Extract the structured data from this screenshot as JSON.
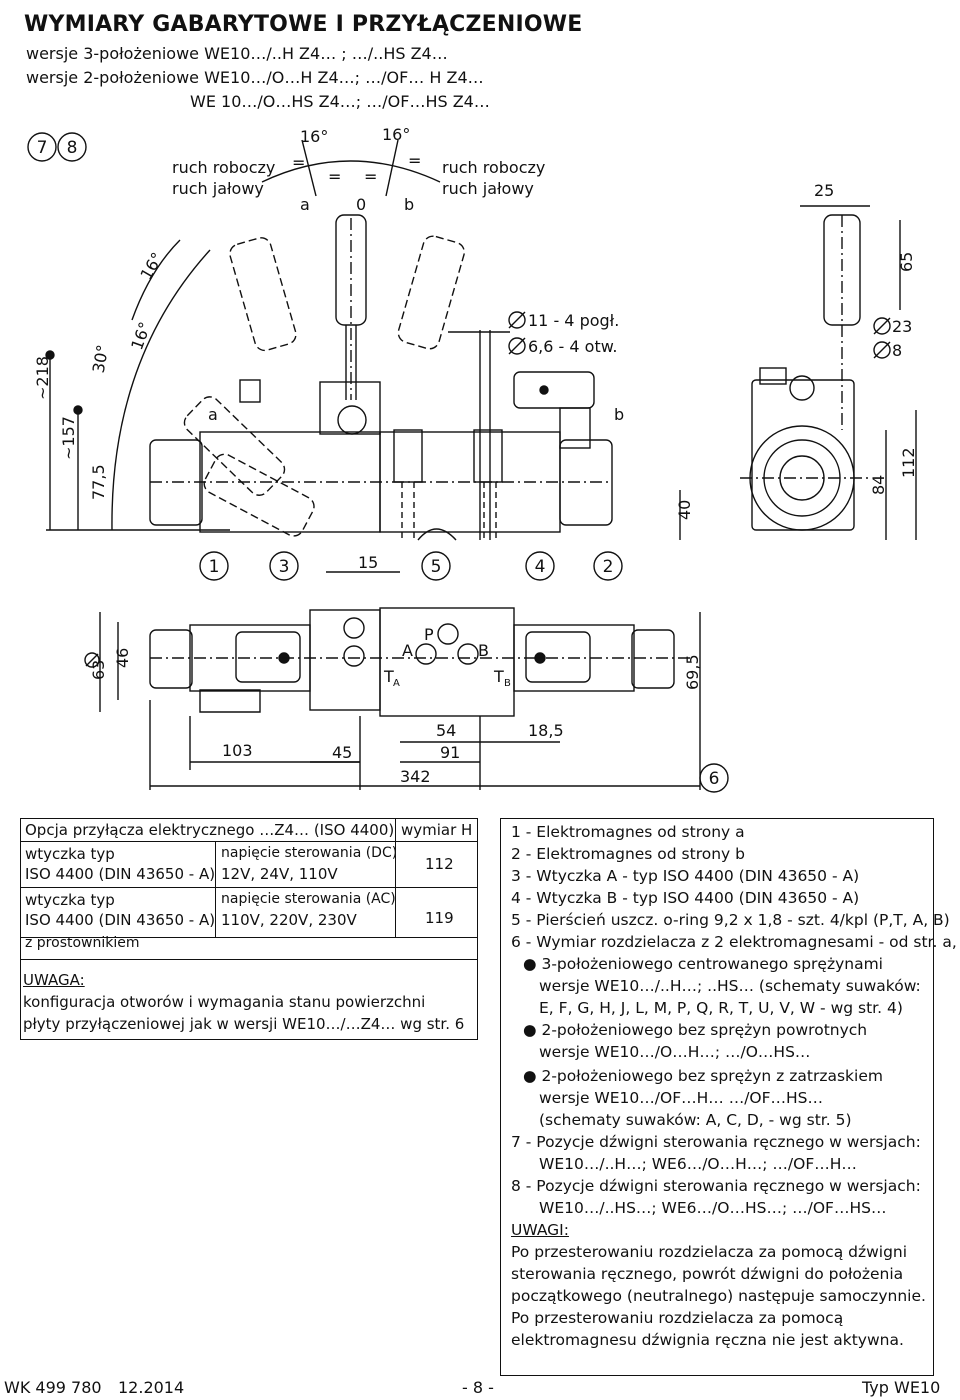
{
  "header": {
    "title": "WYMIARY GABARYTOWE I PRZYŁĄCZENIOWE",
    "line1": "wersje 3-położeniowe WE10…/..H Z4… ; …/..HS Z4…",
    "line2": "wersje 2-położeniowe WE10…/O…H Z4…; …/OF… H Z4…",
    "line3": "WE 10…/O…HS Z4…; …/OF…HS Z4…"
  },
  "drawing": {
    "callouts": {
      "c7": "7",
      "c8": "8",
      "c1": "1",
      "c3": "3",
      "c5": "5",
      "c4": "4",
      "c2": "2",
      "c6": "6"
    },
    "labels": {
      "ruch_roboczy_l": "ruch roboczy",
      "ruch_jalowy_l": "ruch jałowy",
      "ruch_roboczy_r": "ruch roboczy",
      "ruch_jalowy_r": "ruch jałowy",
      "pos_a": "a",
      "pos_0": "0",
      "pos_b": "b",
      "angle_16_top_l": "16°",
      "angle_16_top_r": "16°",
      "angle_16_side": "16°",
      "angle_16_side2": "16°",
      "angle_30": "30°",
      "eq": "=",
      "sol_a": "a",
      "sol_b": "b",
      "holes_1": "11 - 4 pogł.",
      "holes_2": "6,6 - 4 otw.",
      "dia23": "23",
      "dia8": "8",
      "port_P": "P",
      "port_A": "A",
      "port_B": "B",
      "port_TA": "T",
      "port_TA_sub": "A",
      "port_TB": "T",
      "port_TB_sub": "B"
    },
    "dims": {
      "d218": "~218",
      "d157": "~157",
      "d775": "77,5",
      "d25": "25",
      "d65": "65",
      "d84": "84",
      "d112": "112",
      "d40": "40",
      "d15": "15",
      "d63": "63",
      "d46": "46",
      "d695": "69,5",
      "d103": "103",
      "d45": "45",
      "d54": "54",
      "d91": "91",
      "d185": "18,5",
      "d342": "342"
    }
  },
  "option_table": {
    "header_left": "Opcja przyłącza elektrycznego …Z4… (ISO 4400)",
    "header_right": "wymiar H",
    "r1_plug": "wtyczka  typ",
    "r1_iso": "ISO 4400 (DIN 43650 - A)",
    "r1_volt_h": "napięcie sterowania (DC)",
    "r1_volt": "12V, 24V, 110V",
    "r1_h": "112",
    "r2_plug": "wtyczka  typ",
    "r2_iso": "ISO 4400 (DIN 43650 - A)",
    "r2_rect": "z prostownikiem",
    "r2_volt_h": "napięcie sterowania (AC)",
    "r2_volt": "110V, 220V, 230V",
    "r2_h": "119",
    "note_title": "UWAGA:",
    "note_1": "konfiguracja otworów i wymagania stanu powierzchni",
    "note_2": "płyty przyłączeniowej jak w wersji WE10…/…Z4… wg str. 6"
  },
  "legend": [
    "1 - Elektromagnes od strony a",
    "2 - Elektromagnes od strony b",
    "3 - Wtyczka A - typ ISO 4400 (DIN 43650 - A)",
    "4 - Wtyczka B - typ ISO 4400 (DIN 43650 - A)",
    "5 - Pierścień uszcz. o-ring 9,2 x 1,8 - szt. 4/kpl (P,T, A, B)",
    "6 - Wymiar rozdzielacza z 2 elektromagnesami - od str. a, b",
    "3-położeniowego centrowanego sprężynami",
    "wersje WE10…/..H…; ..HS… (schematy suwaków:",
    "E, F, G, H, J, L, M, P, Q, R, T, U, V, W - wg str. 4)",
    "2-położeniowego bez sprężyn powrotnych",
    "wersje WE10…/O…H…; …/O…HS…",
    "2-położeniowego bez sprężyn z zatrzaskiem",
    "wersje WE10…/OF…H… …/OF…HS…",
    "(schematy suwaków: A, C, D, - wg  str. 5)",
    "7 - Pozycje dźwigni sterowania ręcznego w wersjach:",
    "WE10…/..H…; WE6…/O…H…; …/OF…H…",
    "8 - Pozycje dźwigni sterowania ręcznego w wersjach:",
    "WE10…/..HS…; WE6…/O…HS…; …/OF…HS…",
    "UWAGI:",
    "Po przesterowaniu rozdzielacza  za pomocą dźwigni",
    "sterowania ręcznego, powrót dźwigni do położenia",
    "początkowego (neutralnego) następuje samoczynnie.",
    "Po przesterowaniu rozdzielacza za pomocą",
    "elektromagnesu dźwignia ręczna nie jest aktywna."
  ],
  "footer": {
    "doc": "WK 499 780",
    "date": "12.2014",
    "page": "- 8 -",
    "type": "Typ WE10"
  }
}
